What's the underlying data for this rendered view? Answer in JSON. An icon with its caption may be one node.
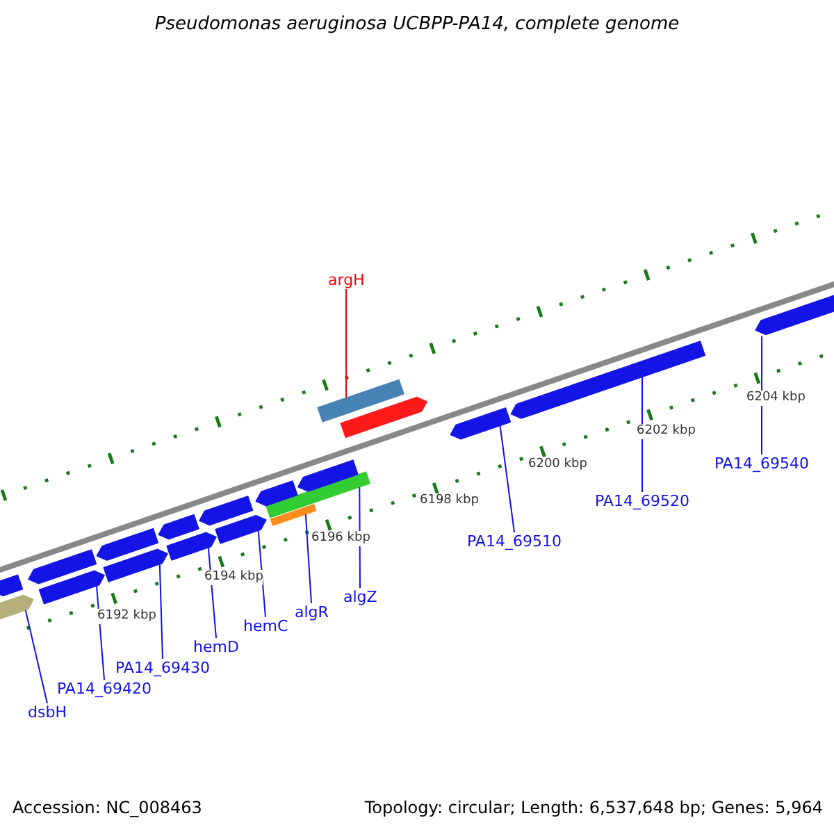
{
  "diagram": {
    "title": "Pseudomonas aeruginosa UCBPP-PA14, complete genome",
    "nodes": [
      {
        "text": [
          "argH"
        ]
      },
      {
        "text": [],
        "shape": "bar"
      },
      {
        "text": [
          "dsbH"
        ]
      },
      {
        "text": [],
        "shape": "bar"
      },
      {
        "text": [
          "PA14_69420"
        ]
      },
      {
        "text": [],
        "shape": "bar"
      },
      {
        "text": [
          "PA14_69430"
        ]
      },
      {
        "text": [],
        "shape": "bar"
      },
      {
        "text": [
          "hemD"
        ]
      },
      {
        "text": [],
        "shape": "bar"
      },
      {
        "text": [
          "hemC"
        ]
      },
      {
        "text": [],
        "shape": "bar"
      },
      {
        "text": [
          "algR"
        ]
      },
      {
        "text": [],
        "shape": "bar"
      },
      {
        "text": [
          "algZ"
        ]
      },
      {
        "text": [],
        "shape": "bar"
      },
      {
        "text": [
          "PA14_69510"
        ]
      },
      {
        "text": [],
        "shape": "bar"
      },
      {
        "text": [
          "PA14_69520"
        ]
      },
      {
        "text": [],
        "shape": "bar"
      },
      {
        "text": [
          "PA14_69540"
        ]
      },
      {
        "text": [],
        "shape": "bar"
      },
      {
        "text": [],
        "shape": "bar"
      },
      {
        "text": [],
        "shape": "bar"
      },
      {
        "text": [],
        "shape": "bar"
      },
      {
        "text": [],
        "shape": "bar"
      },
      {
        "text": [],
        "shape": "bar"
      },
      {
        "text": [],
        "shape": "bar"
      },
      {
        "text": [],
        "shape": "bar"
      },
      {
        "text": [],
        "shape": "bar"
      }
    ],
    "edges": [
      {
        "from": 0,
        "to": 1,
        "arrow": "none",
        "color": "#ff0000"
      },
      {
        "from": 2,
        "to": 3,
        "arrow": "none"
      },
      {
        "from": 4,
        "to": 5,
        "arrow": "none"
      },
      {
        "from": 6,
        "to": 7,
        "arrow": "none"
      },
      {
        "from": 8,
        "to": 9,
        "arrow": "none"
      },
      {
        "from": 10,
        "to": 11,
        "arrow": "none"
      },
      {
        "from": 12,
        "to": 13,
        "arrow": "none"
      },
      {
        "from": 14,
        "to": 15,
        "arrow": "none"
      },
      {
        "from": 16,
        "to": 17,
        "arrow": "none"
      },
      {
        "from": 18,
        "to": 19,
        "arrow": "none"
      },
      {
        "from": 20,
        "to": 21,
        "arrow": "none"
      }
    ],
    "labels": [
      "6192 kbp",
      "6194 kbp",
      "6196 kbp",
      "6198 kbp",
      "6200 kbp",
      "6202 kbp",
      "6204 kbp",
      "Accession: NC_008463",
      "Topology: circular; Length: 6,537,648 bp; Genes: 5,964"
    ]
  }
}
